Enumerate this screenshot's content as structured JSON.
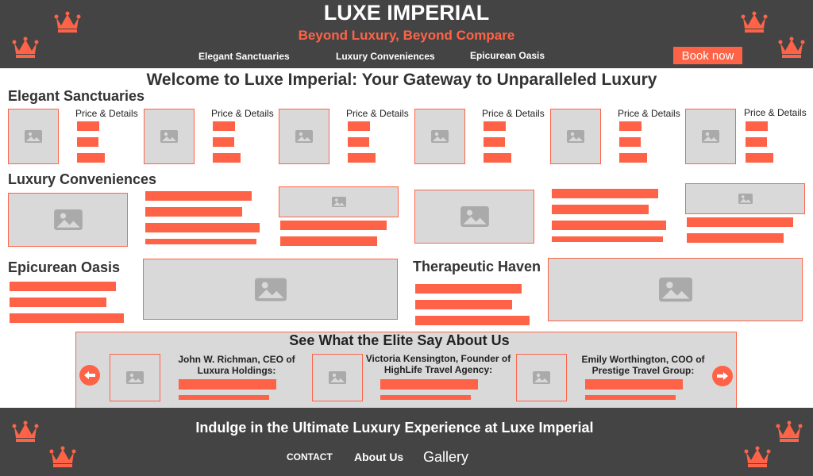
{
  "header": {
    "brand": "LUXE IMPERIAL",
    "tagline": "Beyond Luxury, Beyond Compare",
    "nav": [
      "Elegant Sanctuaries",
      "Luxury Conveniences",
      "Epicurean Oasis"
    ],
    "book_label": "Book now"
  },
  "main": {
    "welcome": "Welcome to Luxe Imperial: Your Gateway to Unparalleled Luxury",
    "sanctuaries": {
      "title": "Elegant Sanctuaries",
      "cards": [
        {
          "label": "Price & Details"
        },
        {
          "label": "Price & Details"
        },
        {
          "label": "Price & Details"
        },
        {
          "label": "Price & Details"
        },
        {
          "label": "Price & Details"
        },
        {
          "label": "Price & Details"
        }
      ]
    },
    "conveniences": {
      "title": "Luxury Conveniences"
    },
    "epicurean": {
      "title": "Epicurean Oasis"
    },
    "therapeutic": {
      "title": "Therapeutic Haven"
    },
    "testimonials": {
      "title": "See What the Elite Say About Us",
      "items": [
        {
          "name": "John W. Richman, CEO of Luxura Holdings:"
        },
        {
          "name": "Victoria Kensington, Founder of HighLife Travel Agency:"
        },
        {
          "name": "Emily Worthington, COO of Prestige Travel Group:"
        }
      ]
    }
  },
  "footer": {
    "headline": "Indulge in the Ultimate Luxury Experience at Luxe Imperial",
    "links": {
      "contact": "CONTACT",
      "about": "About Us",
      "gallery": "Gallery"
    }
  },
  "colors": {
    "accent": "#FF6347",
    "dark": "#444444",
    "placeholder": "#D9D9D9"
  },
  "icons": [
    "crown-icon",
    "image-placeholder-icon",
    "arrow-left-icon",
    "arrow-right-icon"
  ]
}
